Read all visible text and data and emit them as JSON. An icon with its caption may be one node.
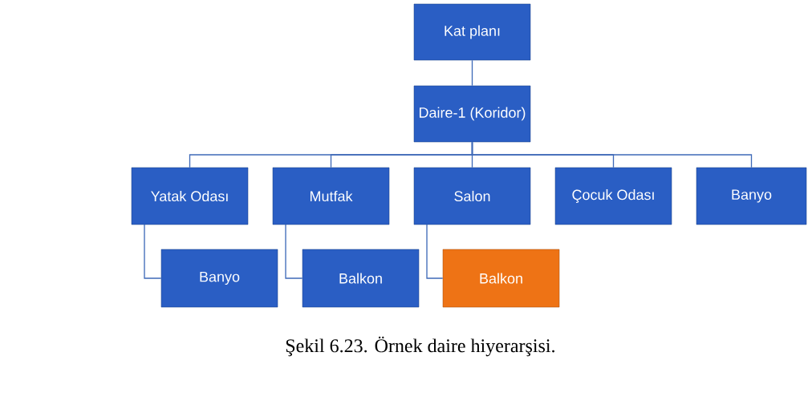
{
  "diagram": {
    "caption": "Şekil 6.23. Örnek daire hiyerarşisi.",
    "nodes": [
      {
        "text": [
          "Kat planı"
        ]
      },
      {
        "text": [
          "Daire-1 (Koridor)"
        ]
      },
      {
        "text": [
          "Yatak Odası"
        ]
      },
      {
        "text": [
          "Mutfak"
        ]
      },
      {
        "text": [
          "Salon"
        ]
      },
      {
        "text": [
          "Çocuk Odası"
        ]
      },
      {
        "text": [
          "Banyo"
        ]
      },
      {
        "text": [
          "Banyo"
        ]
      },
      {
        "text": [
          "Balkon"
        ]
      },
      {
        "text": [
          "Balkon"
        ]
      }
    ],
    "edges": [
      {
        "from": 0,
        "to": 1,
        "arrow": "none"
      },
      {
        "from": 1,
        "to": 2,
        "arrow": "none"
      },
      {
        "from": 1,
        "to": 3,
        "arrow": "none"
      },
      {
        "from": 1,
        "to": 4,
        "arrow": "none"
      },
      {
        "from": 1,
        "to": 5,
        "arrow": "none"
      },
      {
        "from": 1,
        "to": 6,
        "arrow": "none"
      },
      {
        "from": 2,
        "to": 7,
        "arrow": "none"
      },
      {
        "from": 3,
        "to": 8,
        "arrow": "none"
      },
      {
        "from": 4,
        "to": 9,
        "arrow": "none"
      }
    ]
  }
}
